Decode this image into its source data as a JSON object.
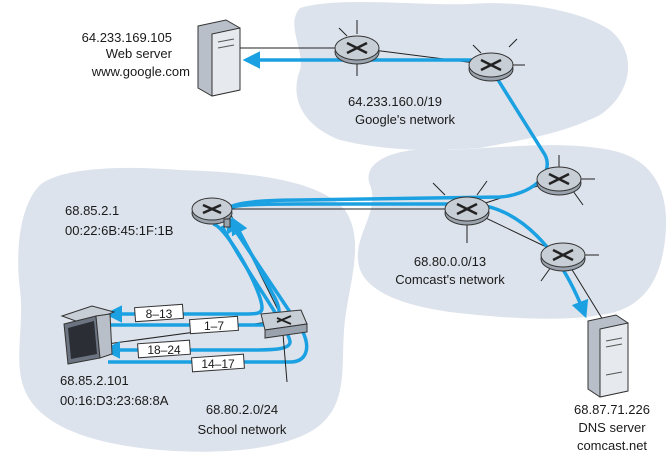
{
  "networks": {
    "google": {
      "prefix": "64.233.160.0/19",
      "name": "Google's network"
    },
    "comcast": {
      "prefix": "68.80.0.0/13",
      "name": "Comcast's network"
    },
    "school": {
      "prefix": "68.80.2.0/24",
      "name": "School network"
    }
  },
  "web_server": {
    "ip": "64.233.169.105",
    "role": "Web server",
    "host": "www.google.com"
  },
  "dns_server": {
    "ip": "68.87.71.226",
    "role": "DNS server",
    "host": "comcast.net"
  },
  "gateway_router": {
    "ip": "68.85.2.1",
    "mac": "00:22:6B:45:1F:1B"
  },
  "laptop": {
    "ip": "68.85.2.101",
    "mac": "00:16:D3:23:68:8A"
  },
  "step_labels": [
    "8–13",
    "1–7",
    "18–24",
    "14–17"
  ],
  "colors": {
    "cloud": "#dde3ec",
    "arrow": "#1ba1e2",
    "router": "#c8ced6"
  }
}
